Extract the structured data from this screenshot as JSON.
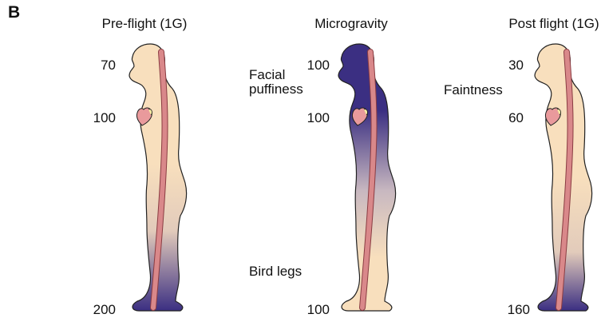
{
  "panel_label": "B",
  "panels": [
    {
      "title": "Pre-flight (1G)",
      "values": {
        "head": "70",
        "heart": "100",
        "feet": "200"
      },
      "annotations": [],
      "fill": {
        "top": "#f8dfbd",
        "mid": "#e2cbbb",
        "bottom": "#3b2f82"
      }
    },
    {
      "title": "Microgravity",
      "values": {
        "head": "100",
        "heart": "100",
        "feet": "100"
      },
      "annotations": [
        "Facial",
        "puffiness",
        "Bird legs"
      ],
      "fill": {
        "top": "#3b2f82",
        "mid": "#c8b8c0",
        "bottom": "#f8dfbd"
      }
    },
    {
      "title": "Post flight (1G)",
      "values": {
        "head": "30",
        "heart": "60",
        "feet": "160"
      },
      "annotations": [
        "Faintness"
      ],
      "fill": {
        "top": "#f8dfbd",
        "mid": "#e2cbbb",
        "bottom": "#3b2f82"
      }
    }
  ],
  "colors": {
    "vessel": "#d9888a",
    "vessel_outline": "#8a3c42",
    "outline": "#222222",
    "heart": "#e99a9c"
  }
}
